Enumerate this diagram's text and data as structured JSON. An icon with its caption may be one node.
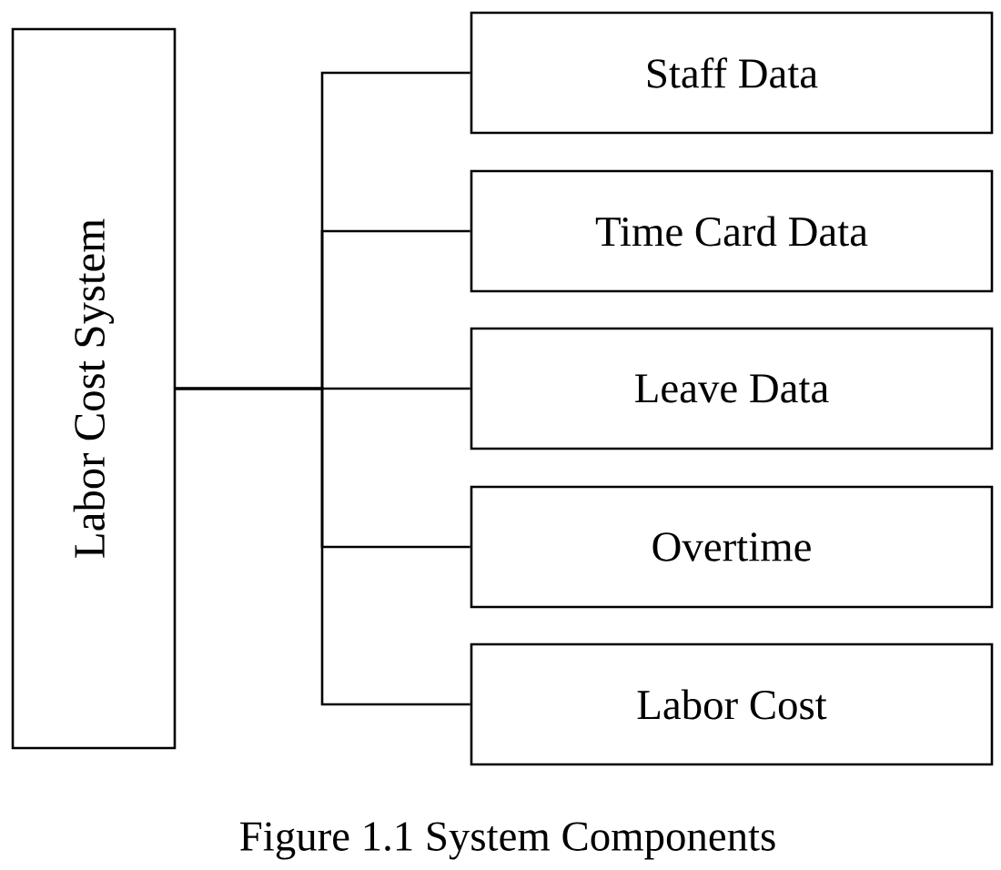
{
  "diagram": {
    "caption": "Figure 1.1 System Components",
    "nodes": [
      {
        "text": [
          "Labor Cost System"
        ]
      },
      {
        "text": [
          "Staff Data"
        ]
      },
      {
        "text": [
          "Time Card Data"
        ]
      },
      {
        "text": [
          "Leave Data"
        ]
      },
      {
        "text": [
          "Overtime"
        ]
      },
      {
        "text": [
          "Labor Cost"
        ]
      }
    ],
    "edges": [
      {
        "from": 0,
        "to": 1,
        "arrow": "none"
      },
      {
        "from": 0,
        "to": 2,
        "arrow": "none"
      },
      {
        "from": 0,
        "to": 3,
        "arrow": "none"
      },
      {
        "from": 0,
        "to": 4,
        "arrow": "none"
      },
      {
        "from": 0,
        "to": 5,
        "arrow": "none"
      }
    ]
  }
}
